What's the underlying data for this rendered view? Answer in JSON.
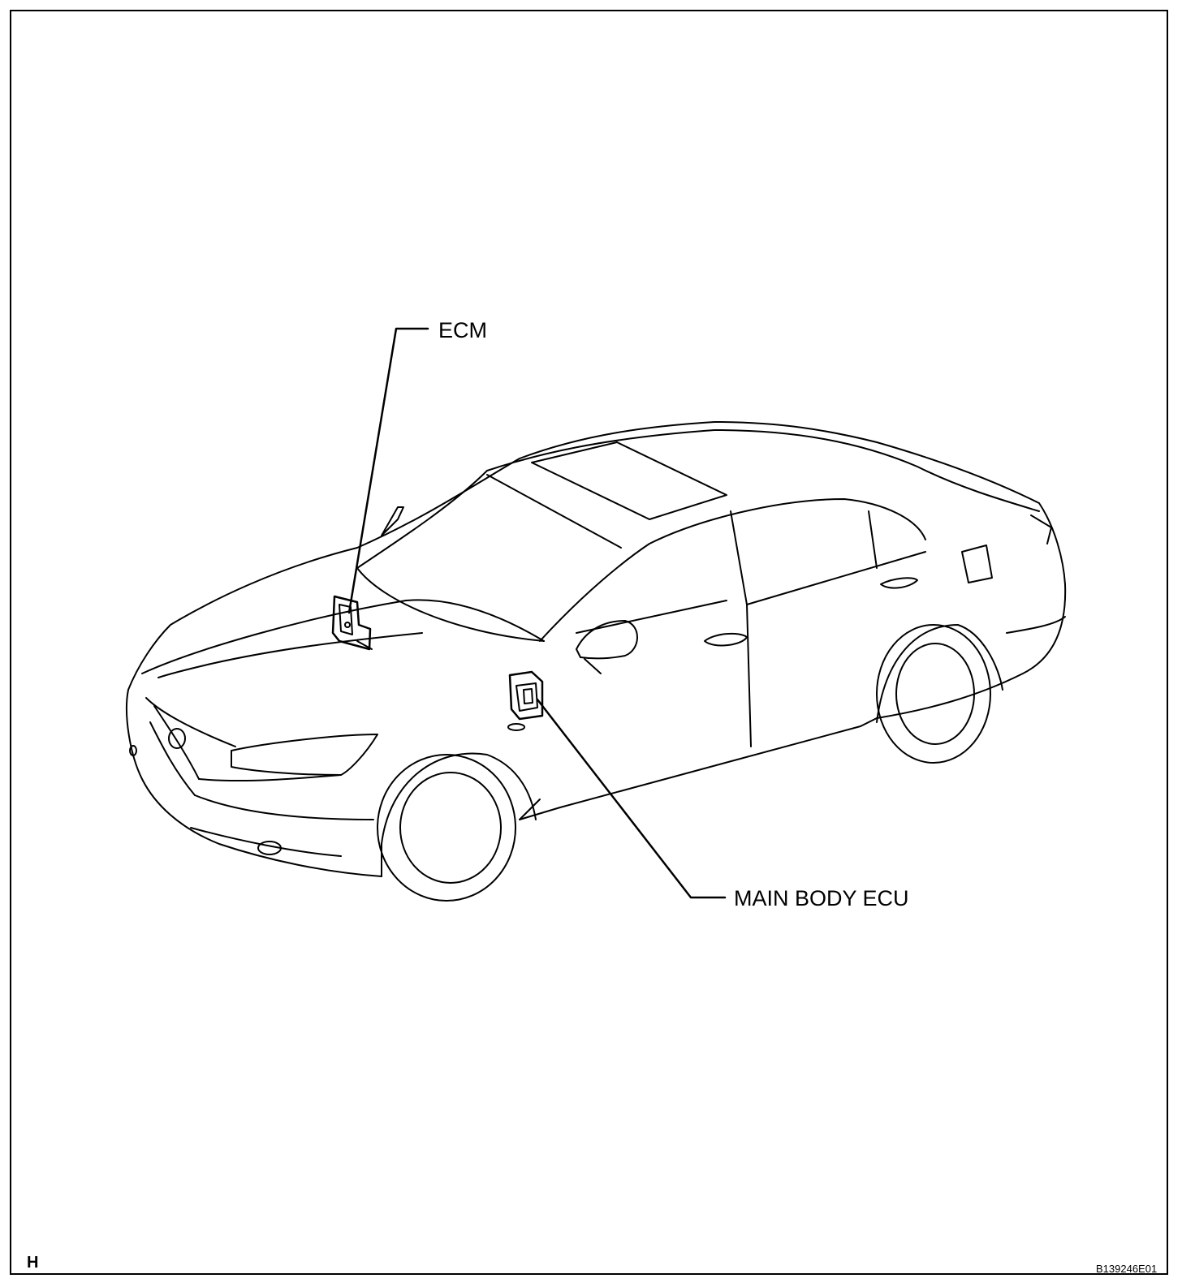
{
  "callouts": {
    "ecm": "ECM",
    "main_body_ecu": "MAIN BODY ECU"
  },
  "footer": {
    "corner_letter": "H",
    "figure_id": "B139246E01"
  },
  "colors": {
    "line": "#000000",
    "background": "#ffffff"
  }
}
